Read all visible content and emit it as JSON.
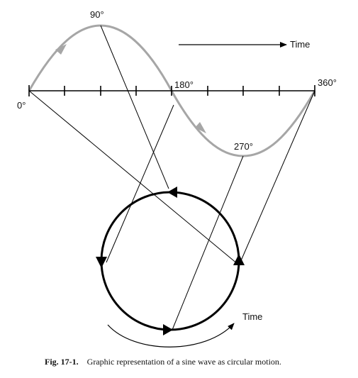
{
  "labels": {
    "deg0": "0°",
    "deg90": "90°",
    "deg180": "180°",
    "deg270": "270°",
    "deg360": "360°",
    "time_axis": "Time",
    "time_rotation": "Time"
  },
  "caption": {
    "number": "Fig. 17-1.",
    "text": "Graphic representation of a sine wave as circular motion."
  },
  "colors": {
    "wave": "#a6a6a6",
    "ink": "#000000"
  }
}
